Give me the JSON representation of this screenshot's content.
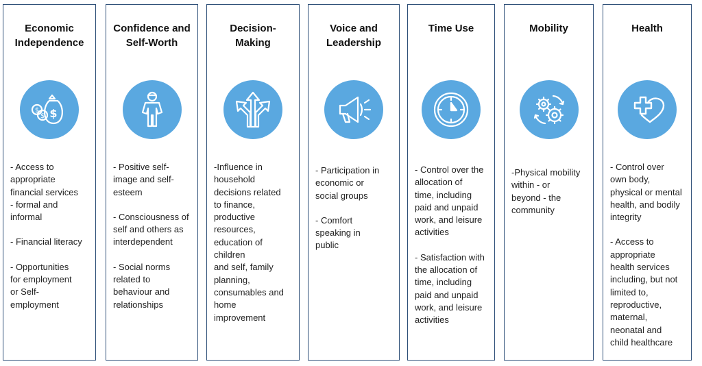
{
  "columns": [
    {
      "id": "economic-independence",
      "title": "Economic\nIndependence",
      "icon": "money-bags-icon",
      "items": [
        "- Access to\nappropriate\nfinancial services\n- formal and\ninformal",
        "- Financial literacy",
        "- Opportunities\nfor employment\nor Self-\nemployment"
      ]
    },
    {
      "id": "confidence-self-worth",
      "title": "Confidence and\nSelf-Worth",
      "icon": "person-icon",
      "items": [
        "- Positive self-\nimage and self-\nesteem",
        "- Consciousness of\nself and others as\ninterdependent",
        "- Social norms\nrelated to\nbehaviour and\nrelationships"
      ]
    },
    {
      "id": "decision-making",
      "title": "Decision-\nMaking",
      "icon": "diverging-arrows-icon",
      "items": [
        "-Influence in\nhousehold\ndecisions related\nto finance,\nproductive\nresources,\neducation of\nchildren\nand self, family\nplanning,\nconsumables and\nhome\nimprovement"
      ]
    },
    {
      "id": "voice-leadership",
      "title": "Voice and\nLeadership",
      "icon": "megaphone-icon",
      "items": [
        "- Participation in\neconomic or\nsocial groups",
        "- Comfort\nspeaking in\npublic"
      ]
    },
    {
      "id": "time-use",
      "title": "Time Use",
      "icon": "clock-icon",
      "items": [
        "- Control over the\nallocation of\ntime, including\npaid and unpaid\nwork, and leisure\nactivities",
        "- Satisfaction with\nthe allocation of\ntime, including\npaid and unpaid\nwork, and leisure\nactivities"
      ]
    },
    {
      "id": "mobility",
      "title": "Mobility",
      "icon": "gears-icon",
      "items": [
        "-Physical mobility\nwithin - or\nbeyond - the\ncommunity"
      ]
    },
    {
      "id": "health",
      "title": "Health",
      "icon": "health-cross-heart-icon",
      "items": [
        "- Control over\nown body,\nphysical or mental\nhealth, and bodily\nintegrity",
        "- Access to\nappropriate\nhealth services\nincluding, but not\nlimited to,\nreproductive,\nmaternal,\nneonatal and\nchild healthcare"
      ]
    }
  ],
  "colors": {
    "border": "#2e4f78",
    "icon_circle": "#5aa8e0",
    "icon_stroke": "#ffffff"
  }
}
